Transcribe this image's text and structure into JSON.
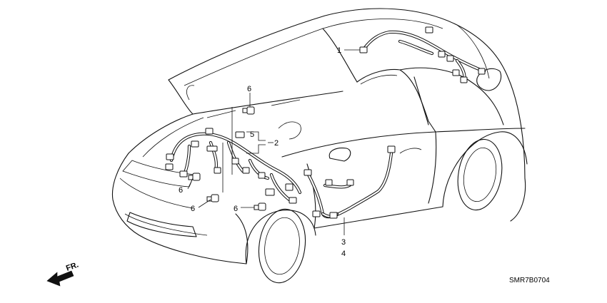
{
  "diagram": {
    "callouts": {
      "c1": "1",
      "c2": "2",
      "c3": "3",
      "c4": "4",
      "c5": "5",
      "c6a": "6",
      "c6b": "6",
      "c6c": "6",
      "c6d": "6"
    },
    "direction_label": "FR.",
    "drawing_code": "SMR7B0704"
  }
}
